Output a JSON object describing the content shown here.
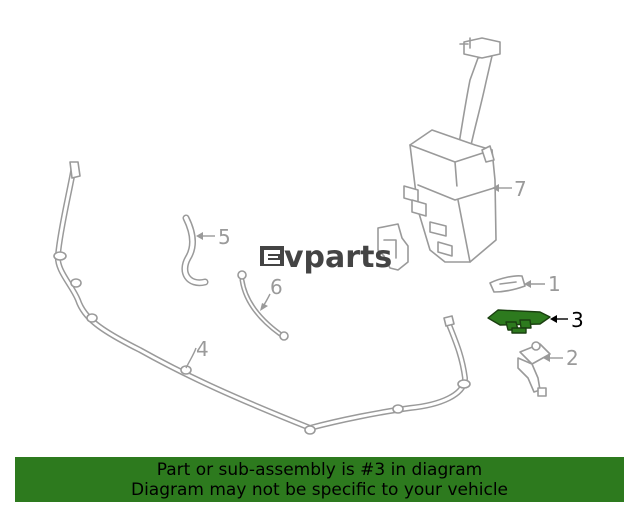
{
  "watermark": {
    "text": "vparts",
    "logo_icon": "ev-logo-icon"
  },
  "callouts": [
    {
      "id": "1",
      "label": "1"
    },
    {
      "id": "2",
      "label": "2"
    },
    {
      "id": "3",
      "label": "3",
      "highlighted": true
    },
    {
      "id": "4",
      "label": "4"
    },
    {
      "id": "5",
      "label": "5"
    },
    {
      "id": "6",
      "label": "6"
    },
    {
      "id": "7",
      "label": "7"
    }
  ],
  "banner": {
    "line1": "Part or sub-assembly is #3 in diagram",
    "line2": "Diagram may not be specific to your vehicle",
    "color": "#2d7a1e"
  },
  "colors": {
    "highlight": "#2d7a1e",
    "linework": "#9a9a9a"
  }
}
